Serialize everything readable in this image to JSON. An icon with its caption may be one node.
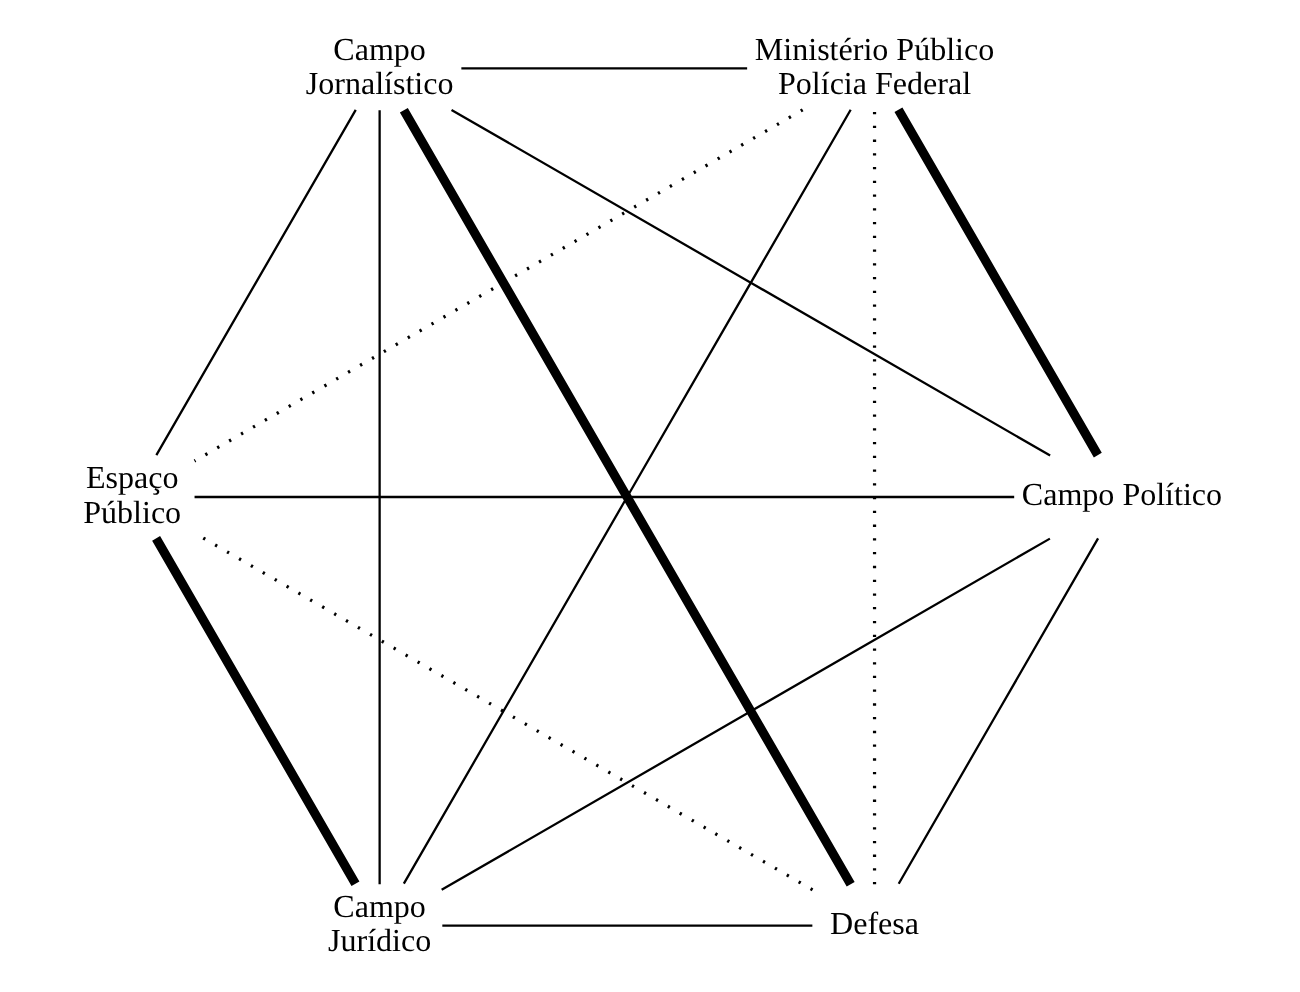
{
  "diagram": {
    "nodes": [
      {
        "text": [
          "Defesa"
        ]
      },
      {
        "text": [
          "Campo Político"
        ]
      },
      {
        "text": [
          "Espaço Público"
        ]
      },
      {
        "text": [
          "Campo Jornalístico"
        ]
      },
      {
        "text": [
          "Ministério Público Polícia Federal"
        ]
      },
      {
        "text": [
          "Campo Jurídico"
        ]
      }
    ],
    "edges": [
      {
        "from": 0,
        "to": 1,
        "arrow": "none"
      },
      {
        "from": 1,
        "to": 2,
        "arrow": "none"
      },
      {
        "from": 2,
        "to": 3,
        "arrow": "none"
      },
      {
        "from": 3,
        "to": 4,
        "arrow": "none"
      },
      {
        "from": 4,
        "to": 5,
        "arrow": "none"
      },
      {
        "from": 5,
        "to": 0,
        "arrow": "none"
      },
      {
        "from": 0,
        "to": 3,
        "arrow": "none",
        "style": "thick"
      },
      {
        "from": 1,
        "to": 4,
        "arrow": "none",
        "style": "thick"
      },
      {
        "from": 5,
        "to": 2,
        "arrow": "none",
        "style": "thick"
      },
      {
        "from": 5,
        "to": 1,
        "arrow": "none"
      },
      {
        "from": 5,
        "to": 3,
        "arrow": "none"
      },
      {
        "from": 1,
        "to": 3,
        "arrow": "none"
      },
      {
        "from": 0,
        "to": 4,
        "arrow": "none",
        "style": "dashed"
      },
      {
        "from": 0,
        "to": 2,
        "arrow": "none",
        "style": "dashed"
      },
      {
        "from": 4,
        "to": 2,
        "arrow": "none",
        "style": "dashed"
      }
    ]
  }
}
